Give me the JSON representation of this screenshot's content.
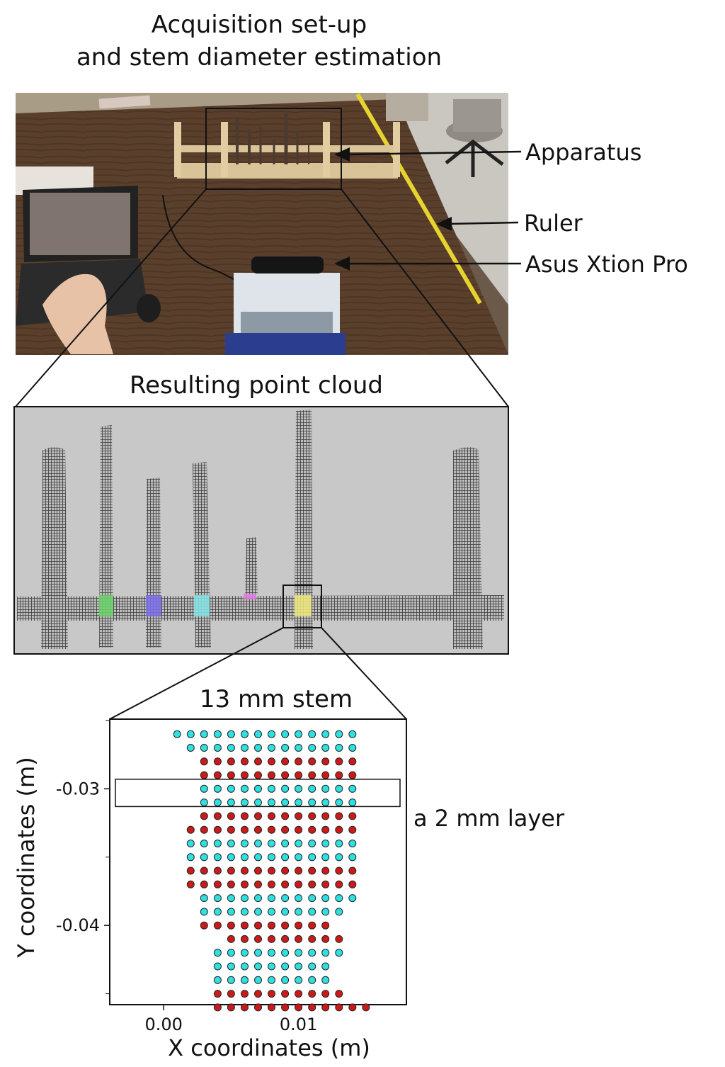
{
  "figure": {
    "title_line1": "Acquisition set-up",
    "title_line2": "and stem diameter estimation",
    "photo_labels": {
      "apparatus": "Apparatus",
      "ruler": "Ruler",
      "sensor": "Asus Xtion Pro"
    },
    "point_cloud": {
      "title": "Resulting point cloud",
      "background": "#c8c8c8",
      "highlight_colors": [
        "#6ad46a",
        "#7a6ee8",
        "#86e6e6",
        "#e07ae0",
        "#f0ea7a"
      ]
    },
    "scatter_title": "13 mm stem",
    "layer_label": "a 2 mm layer",
    "colors": {
      "cyan_points": "#2ee0e0",
      "red_points": "#cc1a1a"
    }
  },
  "chart_data": {
    "type": "scatter",
    "xlabel": "X coordinates (m)",
    "ylabel": "Y coordinates (m)",
    "xticks": [
      "0.00",
      "0.01"
    ],
    "yticks": [
      "-0.03",
      "-0.04"
    ],
    "xlim": [
      -0.004,
      0.018
    ],
    "ylim": [
      -0.0458,
      -0.0249
    ],
    "x_step": 0.001,
    "y_step": 0.001,
    "layer_y_range": [
      -0.0313,
      -0.0293
    ],
    "rows": [
      {
        "y": -0.026,
        "x_from": 0.001,
        "x_to": 0.014,
        "color": "cyan"
      },
      {
        "y": -0.027,
        "x_from": 0.002,
        "x_to": 0.014,
        "color": "cyan"
      },
      {
        "y": -0.028,
        "x_from": 0.003,
        "x_to": 0.014,
        "color": "red"
      },
      {
        "y": -0.029,
        "x_from": 0.003,
        "x_to": 0.014,
        "color": "red"
      },
      {
        "y": -0.03,
        "x_from": 0.003,
        "x_to": 0.014,
        "color": "cyan"
      },
      {
        "y": -0.031,
        "x_from": 0.003,
        "x_to": 0.014,
        "color": "cyan"
      },
      {
        "y": -0.032,
        "x_from": 0.003,
        "x_to": 0.014,
        "color": "red"
      },
      {
        "y": -0.033,
        "x_from": 0.002,
        "x_to": 0.014,
        "color": "red"
      },
      {
        "y": -0.034,
        "x_from": 0.002,
        "x_to": 0.014,
        "color": "cyan"
      },
      {
        "y": -0.035,
        "x_from": 0.002,
        "x_to": 0.014,
        "color": "cyan"
      },
      {
        "y": -0.036,
        "x_from": 0.002,
        "x_to": 0.014,
        "color": "red"
      },
      {
        "y": -0.037,
        "x_from": 0.002,
        "x_to": 0.014,
        "color": "red"
      },
      {
        "y": -0.038,
        "x_from": 0.003,
        "x_to": 0.014,
        "color": "cyan"
      },
      {
        "y": -0.039,
        "x_from": 0.003,
        "x_to": 0.013,
        "color": "cyan"
      },
      {
        "y": -0.04,
        "x_from": 0.003,
        "x_to": 0.012,
        "color": "red"
      },
      {
        "y": -0.041,
        "x_from": 0.005,
        "x_to": 0.013,
        "color": "red"
      },
      {
        "y": -0.042,
        "x_from": 0.004,
        "x_to": 0.013,
        "color": "cyan"
      },
      {
        "y": -0.043,
        "x_from": 0.004,
        "x_to": 0.012,
        "color": "cyan"
      },
      {
        "y": -0.044,
        "x_from": 0.004,
        "x_to": 0.012,
        "color": "cyan"
      },
      {
        "y": -0.045,
        "x_from": 0.004,
        "x_to": 0.013,
        "color": "red"
      },
      {
        "y": -0.046,
        "x_from": 0.004,
        "x_to": 0.015,
        "color": "red"
      }
    ]
  }
}
